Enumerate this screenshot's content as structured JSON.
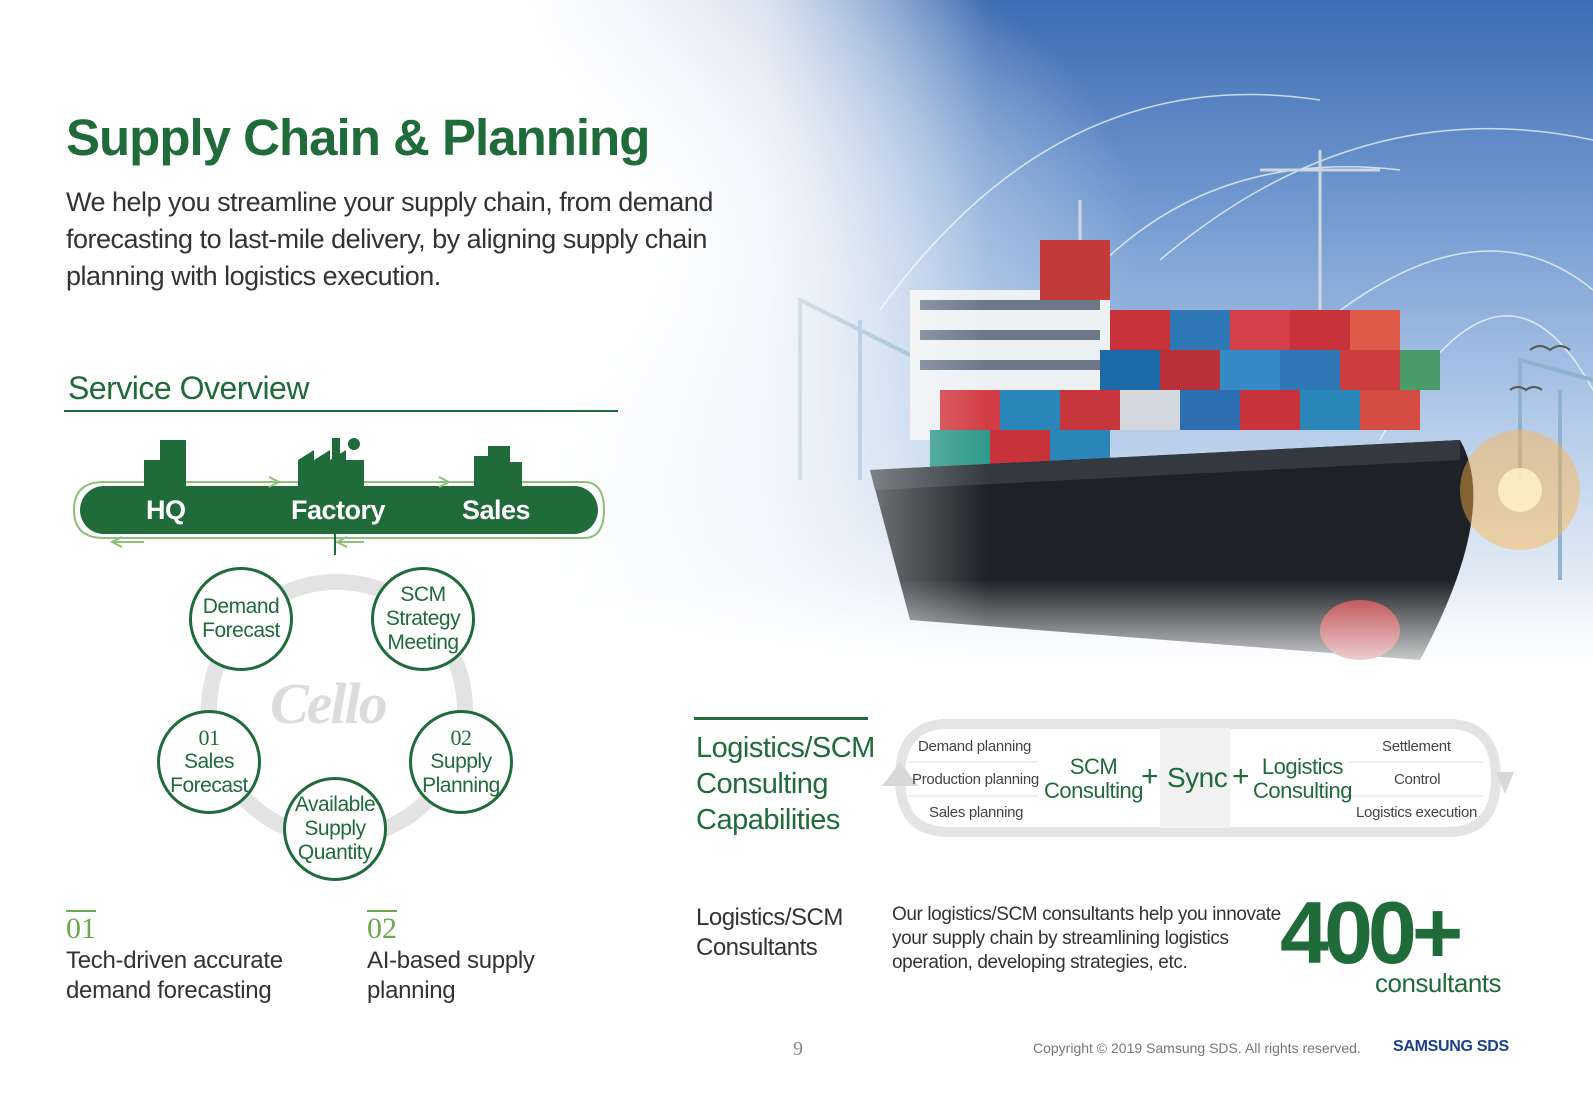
{
  "header": {
    "title": "Supply Chain & Planning",
    "intro": "We help you streamline your supply chain, from demand forecasting to last-mile delivery, by aligning supply chain planning with logistics execution."
  },
  "overview": {
    "heading": "Service Overview",
    "flow": [
      "HQ",
      "Factory",
      "Sales"
    ],
    "brand_mark": "Cello",
    "cycle": {
      "demand_forecast": [
        "Demand",
        "Forecast"
      ],
      "scm_meeting": [
        "SCM",
        "Strategy",
        "Meeting"
      ],
      "sales_forecast": {
        "num": "01",
        "lines": [
          "Sales",
          "Forecast"
        ]
      },
      "supply_planning": {
        "num": "02",
        "lines": [
          "Supply",
          "Planning"
        ]
      },
      "available_supply": [
        "Available",
        "Supply",
        "Quantity"
      ]
    },
    "features": [
      {
        "num": "01",
        "lines": [
          "Tech-driven accurate",
          "demand forecasting"
        ]
      },
      {
        "num": "02",
        "lines": [
          "AI-based supply",
          "planning"
        ]
      }
    ]
  },
  "capabilities": {
    "title": [
      "Logistics/SCM",
      "Consulting",
      "Capabilities"
    ],
    "left_items": [
      "Demand planning",
      "Production planning",
      "Sales planning"
    ],
    "scm": [
      "SCM",
      "Consulting"
    ],
    "plus": "+",
    "sync": "Sync",
    "logistics": [
      "Logistics",
      "Consulting"
    ],
    "right_items": [
      "Settlement",
      "Control",
      "Logistics execution"
    ]
  },
  "consultants": {
    "title": [
      "Logistics/SCM",
      "Consultants"
    ],
    "description": "Our logistics/SCM consultants help you innovate your supply chain by streamlining logistics operation, developing strategies, etc.",
    "count": "400+",
    "unit": "consultants"
  },
  "footer": {
    "page": "9",
    "copyright": "Copyright © 2019 Samsung SDS. All rights reserved.",
    "brand": "SAMSUNG SDS"
  },
  "colors": {
    "brand_green": "#1f6b3a",
    "accent_green": "#6aaa4c",
    "brand_blue": "#1a3f8f"
  }
}
